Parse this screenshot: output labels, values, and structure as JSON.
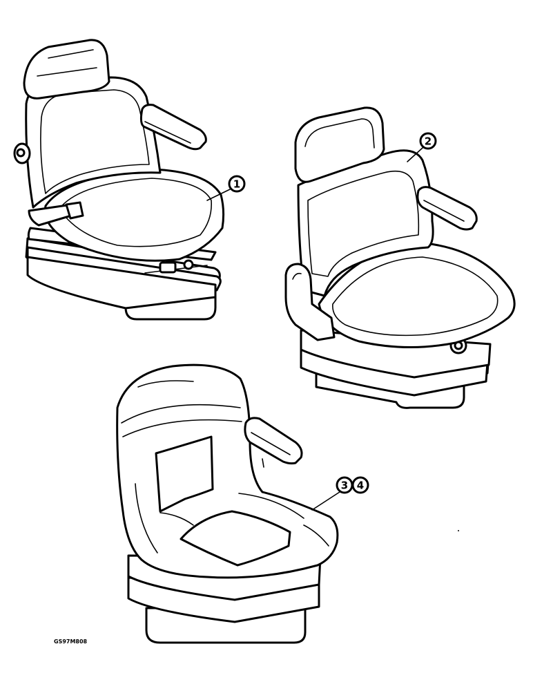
{
  "callouts": [
    {
      "id": "1",
      "label": "1"
    },
    {
      "id": "2",
      "label": "2"
    },
    {
      "id": "3",
      "label": "3"
    },
    {
      "id": "4",
      "label": "4"
    }
  ],
  "drawing_code": "GS97M808",
  "colors": {
    "line": "#000000",
    "background": "#ffffff"
  }
}
